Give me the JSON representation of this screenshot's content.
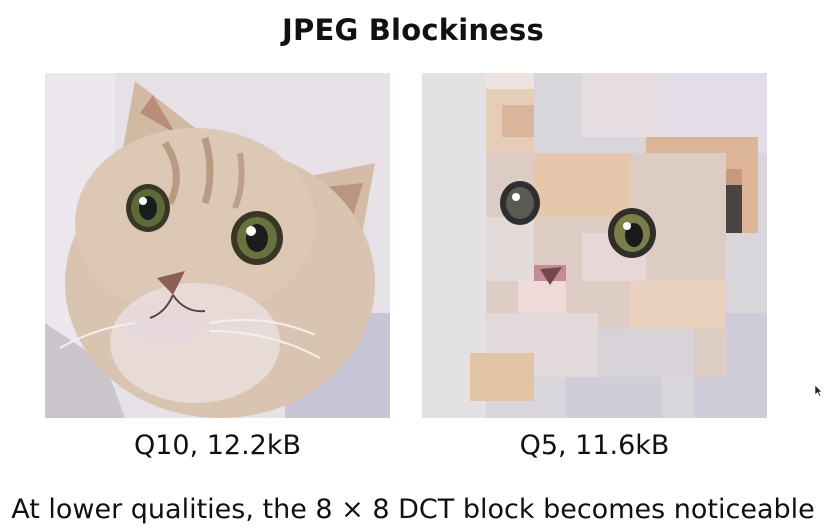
{
  "slide": {
    "title": "JPEG Blockiness",
    "panels": [
      {
        "caption": "Q10, 12.2kB"
      },
      {
        "caption": "Q5, 11.6kB"
      }
    ],
    "footer": "At lower qualities, the 8 × 8 DCT block becomes noticeable"
  }
}
